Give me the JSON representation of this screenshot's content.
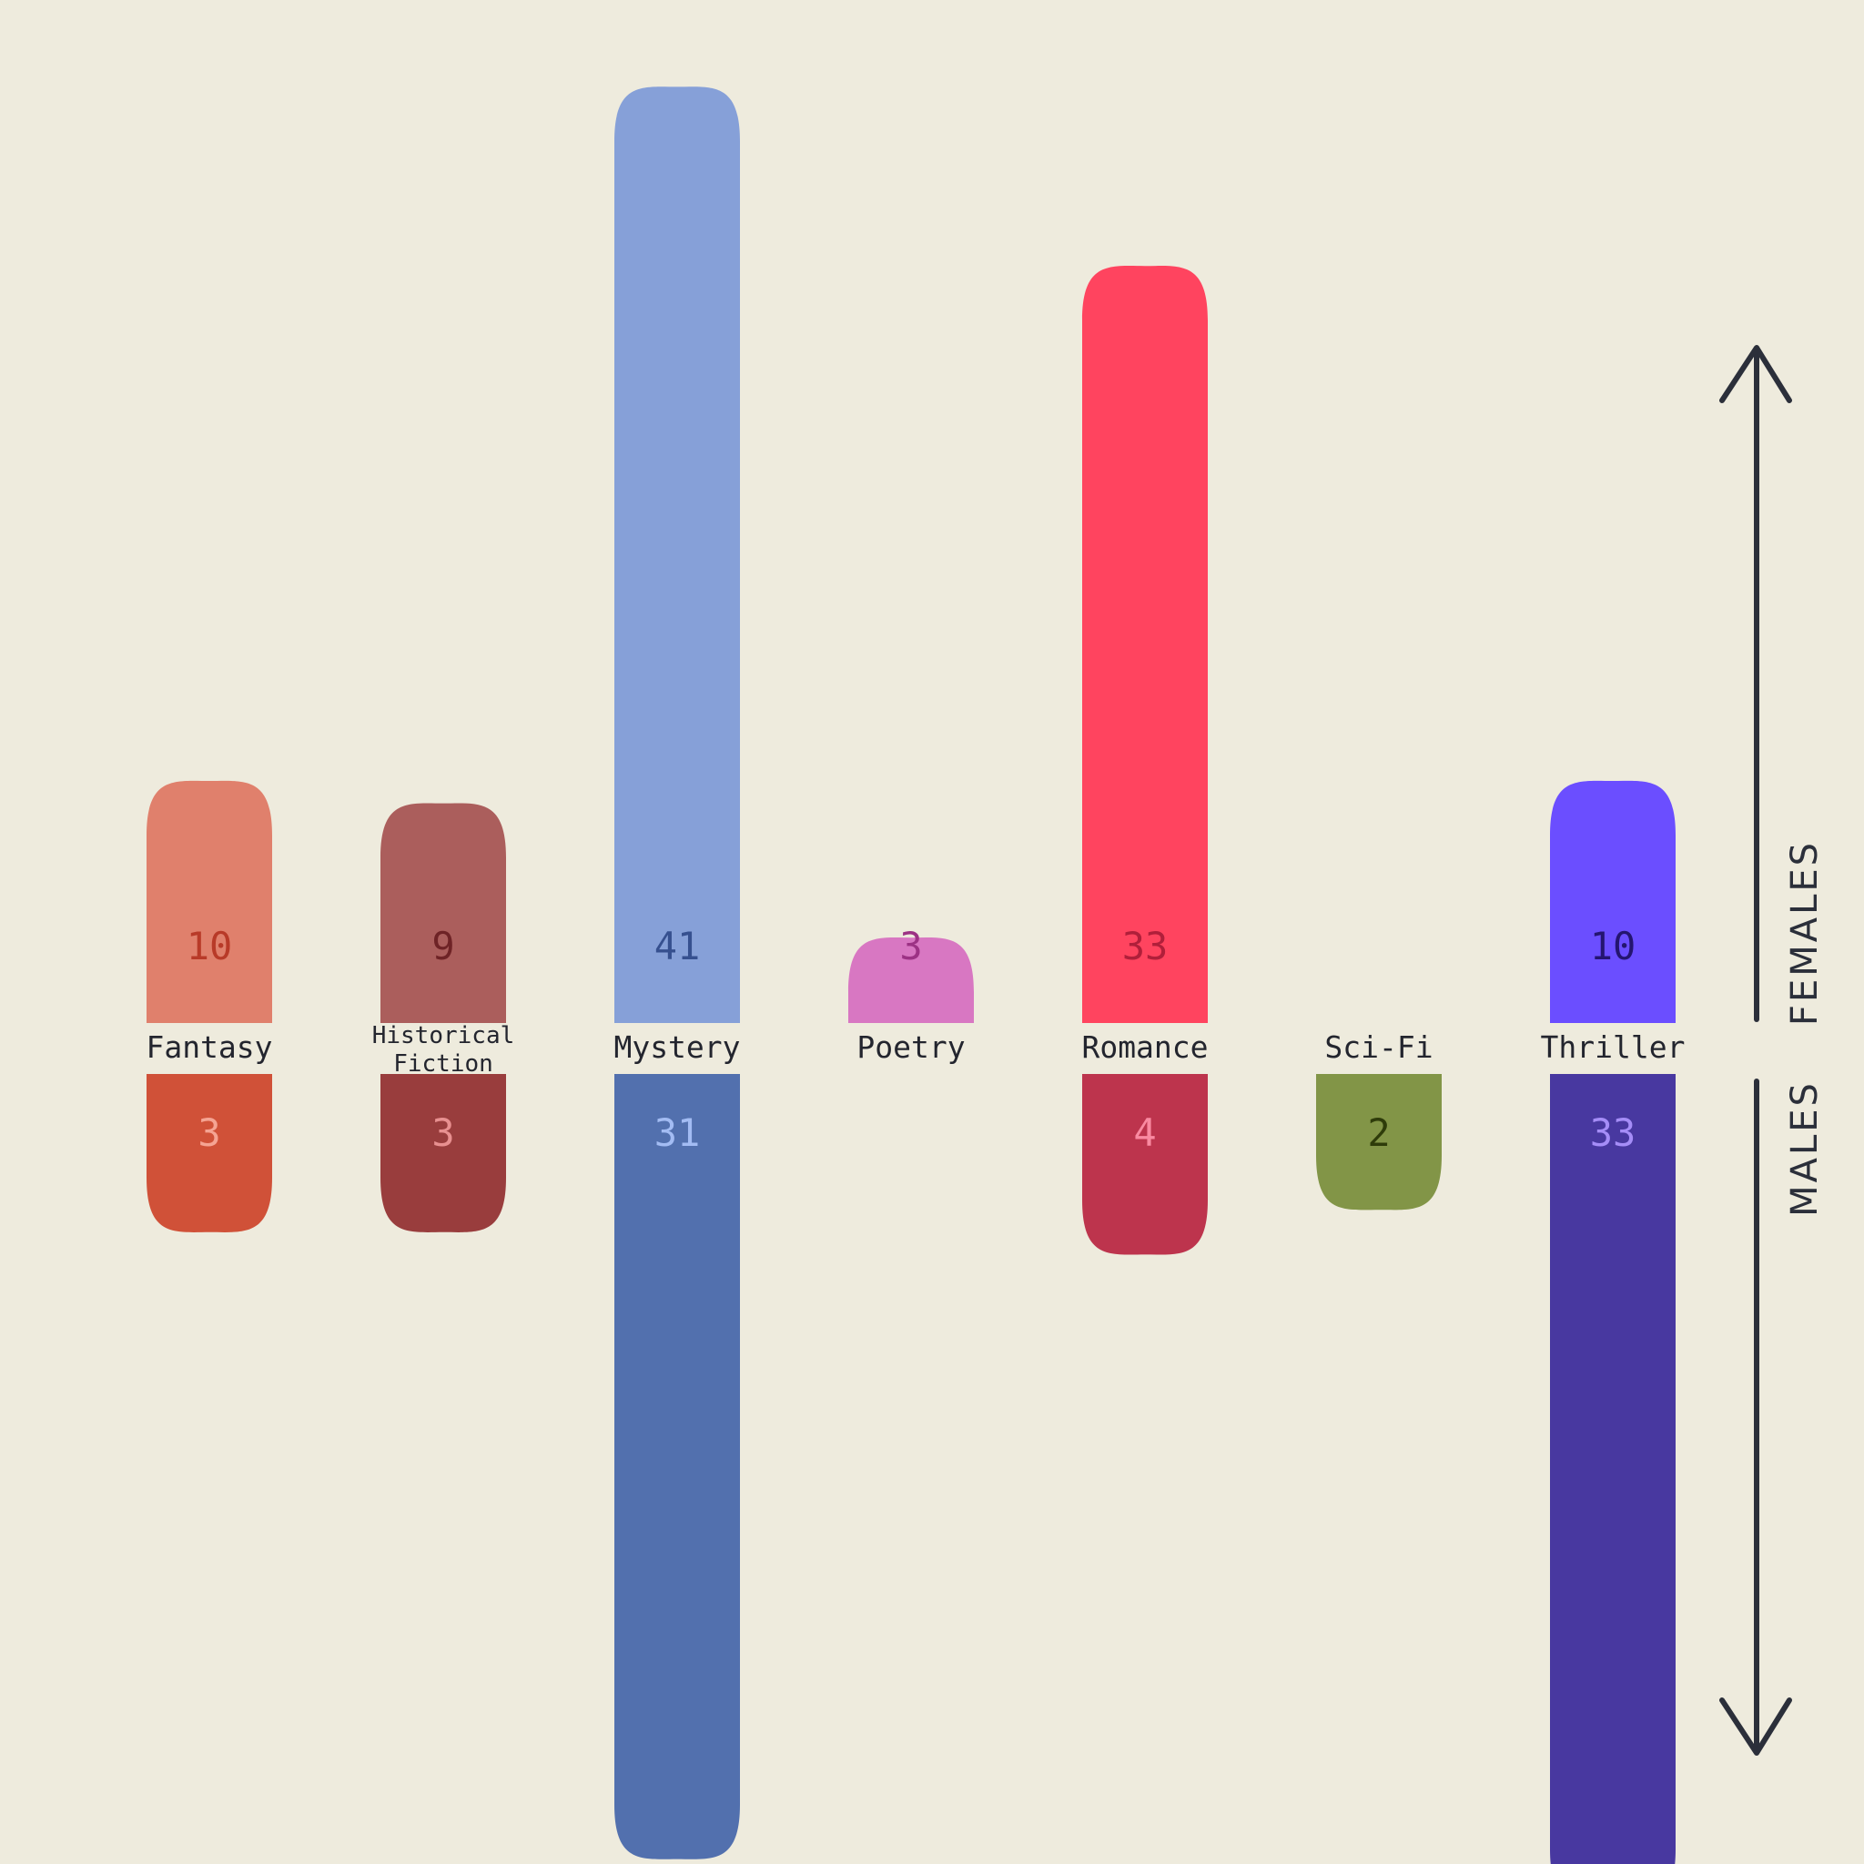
{
  "chart_data": {
    "type": "bar",
    "categories": [
      "Fantasy",
      "Historical Fiction",
      "Mystery",
      "Poetry",
      "Romance",
      "Sci-Fi",
      "Thriller"
    ],
    "series": [
      {
        "name": "FEMALES",
        "values": [
          10,
          9,
          41,
          3,
          33,
          null,
          10
        ],
        "colors": [
          "#e0806c",
          "#ab5e5c",
          "#86a0d8",
          "#d877c2",
          "#ff445f",
          null,
          "#6b4eff"
        ],
        "label_colors": [
          "#b83a28",
          "#6e2326",
          "#36508f",
          "#9c3284",
          "#b01f3a",
          null,
          "#241570"
        ]
      },
      {
        "name": "MALES",
        "values": [
          3,
          3,
          31,
          null,
          4,
          2,
          33
        ],
        "colors": [
          "#d05138",
          "#993d3d",
          "#5270ae",
          null,
          "#bd344d",
          "#829547",
          "#4838a0"
        ],
        "label_colors": [
          "#f5a493",
          "#e89090",
          "#a3bcf3",
          null,
          "#f98aa1",
          "#2e3c0a",
          "#a58df7"
        ]
      }
    ],
    "axis_labels": {
      "up": "FEMALES",
      "down": "MALES"
    }
  }
}
